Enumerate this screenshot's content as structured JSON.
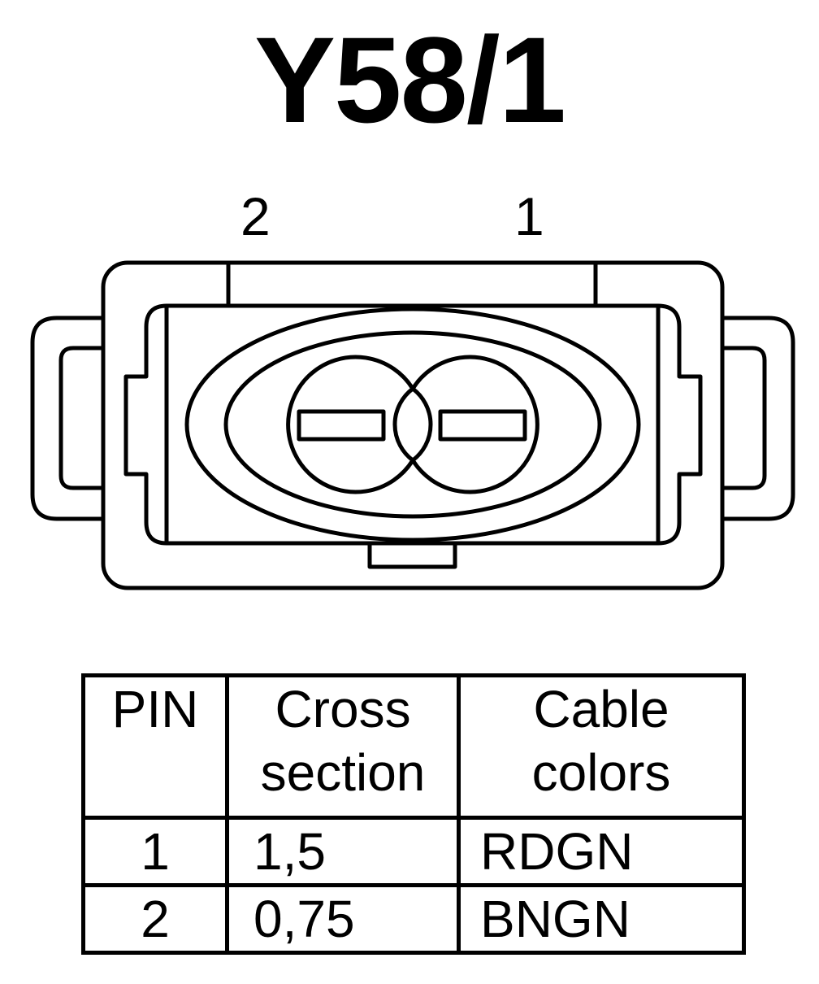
{
  "title": "Y58/1",
  "connector": {
    "pin_labels": [
      "2",
      "1"
    ]
  },
  "table": {
    "headers": [
      {
        "line1": "PIN",
        "line2": ""
      },
      {
        "line1": "Cross",
        "line2": "section"
      },
      {
        "line1": "Cable",
        "line2": "colors"
      }
    ],
    "rows": [
      {
        "pin": "1",
        "cross_section": "1,5",
        "color": "RDGN"
      },
      {
        "pin": "2",
        "cross_section": "0,75",
        "color": "BNGN"
      }
    ]
  }
}
